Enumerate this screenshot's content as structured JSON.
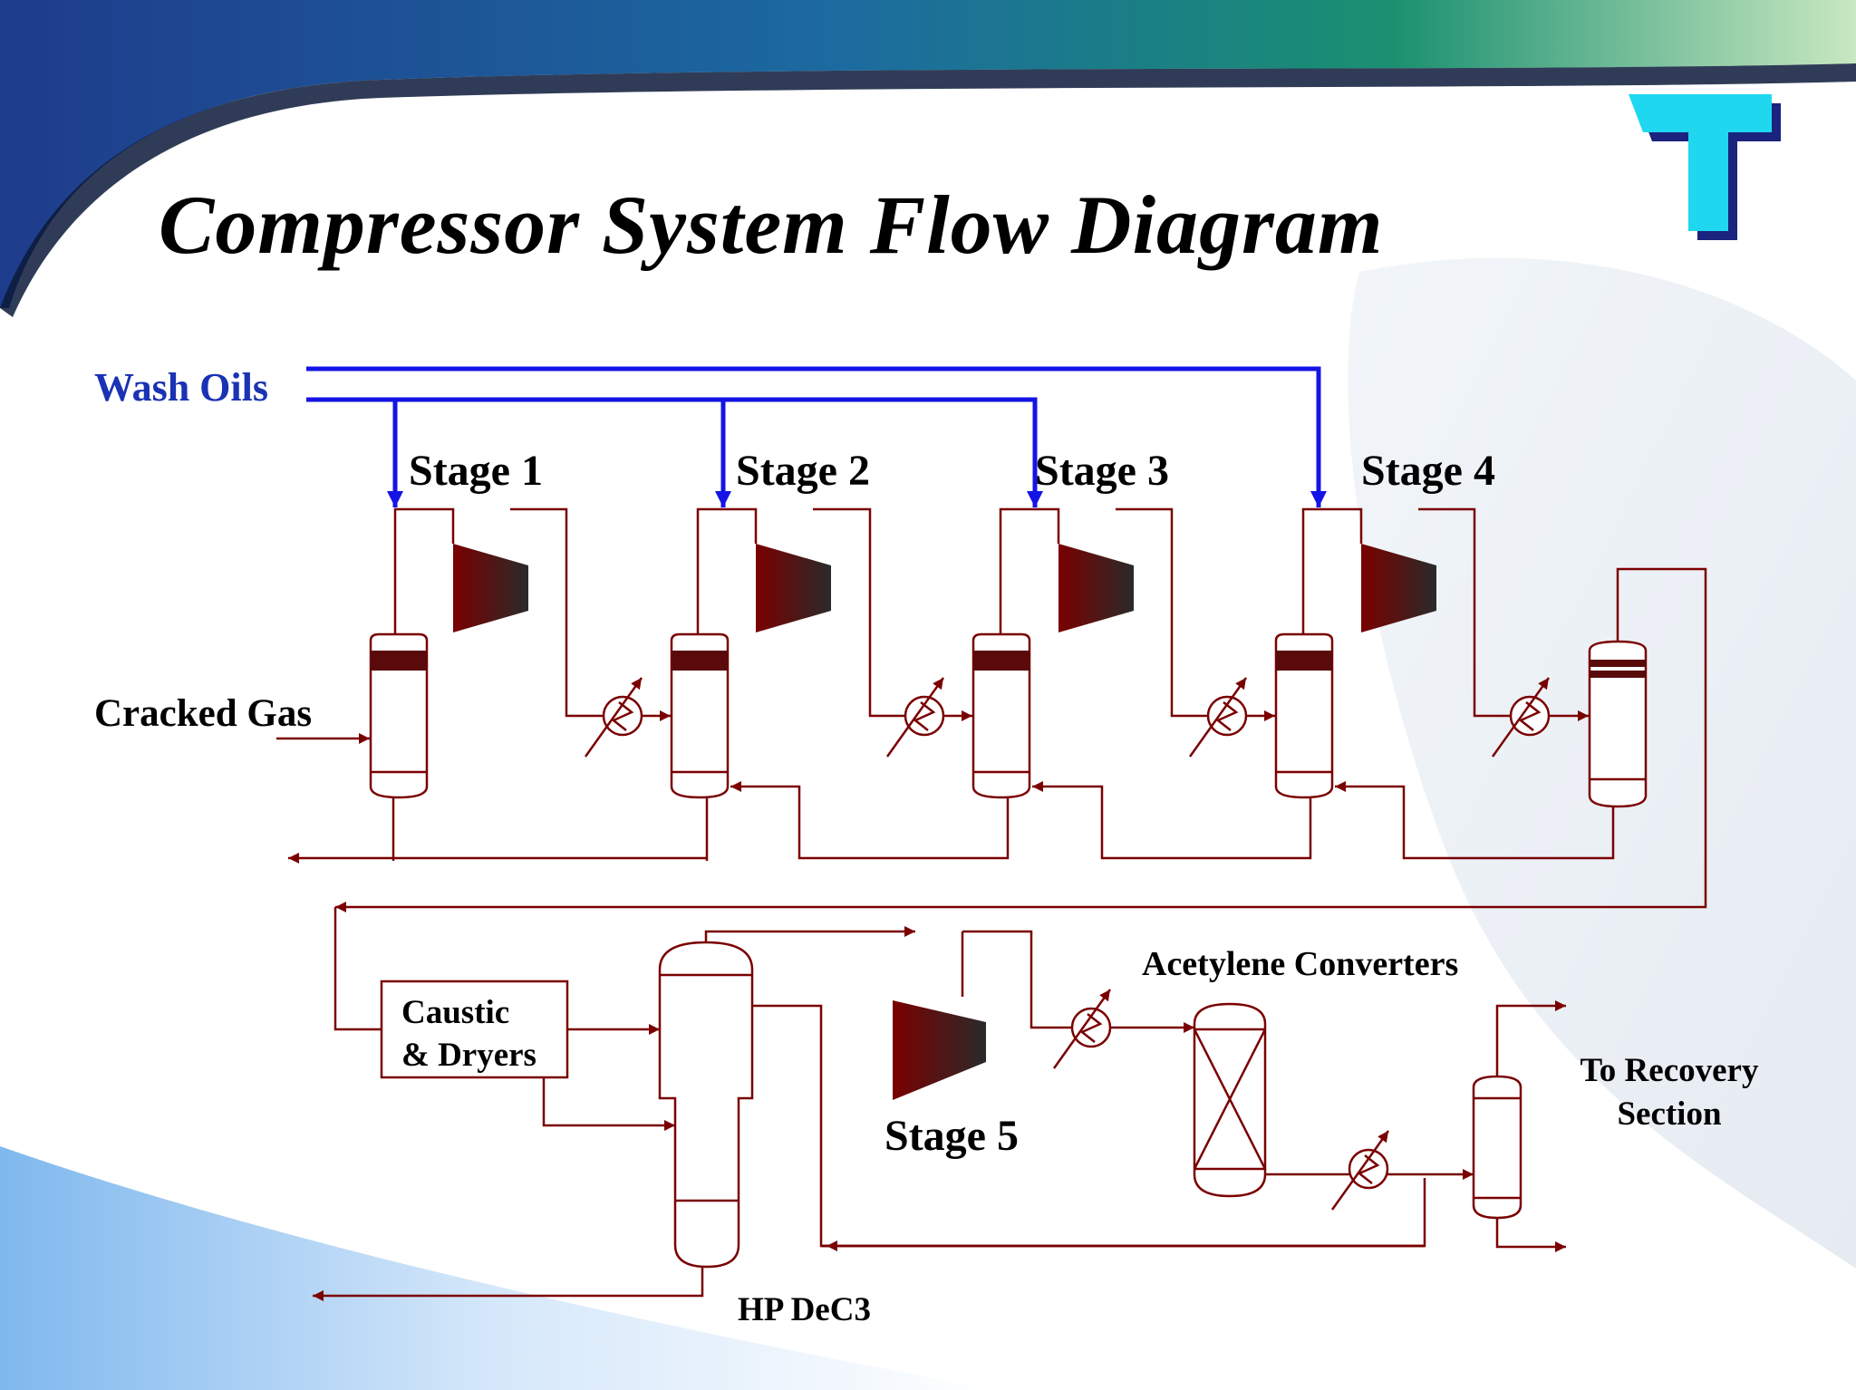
{
  "slide": {
    "title": "Compressor System Flow Diagram"
  },
  "colors": {
    "process_line": "#7a0000",
    "wash_oil_line": "#1414e6",
    "equipment_dark": "#5a0a0a",
    "logo_cyan": "#1fd8f0",
    "logo_navy": "#1a237e"
  },
  "labels": {
    "wash_oils": "Wash Oils",
    "cracked_gas": "Cracked Gas",
    "stage1": "Stage 1",
    "stage2": "Stage 2",
    "stage3": "Stage 3",
    "stage4": "Stage 4",
    "stage5": "Stage 5",
    "acetylene_converters": "Acetylene Converters",
    "caustic_line1": "Caustic",
    "caustic_line2": "& Dryers",
    "to_recovery": "To Recovery Section",
    "hp_dec3": "HP DeC3"
  },
  "icons": {
    "logo": "t-logo",
    "compressor": "compressor-icon",
    "heat_exchanger": "heat-exchanger-icon",
    "drum": "knockout-drum-icon",
    "column": "column-icon",
    "reactor": "reactor-icon"
  }
}
